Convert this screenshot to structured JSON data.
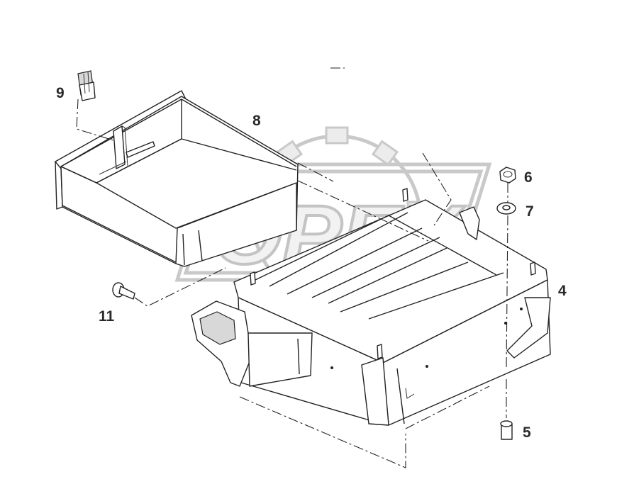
{
  "watermark": {
    "text": "OPEX"
  },
  "callouts": [
    {
      "id": "9",
      "label": "9"
    },
    {
      "id": "8",
      "label": "8"
    },
    {
      "id": "6",
      "label": "6"
    },
    {
      "id": "7",
      "label": "7"
    },
    {
      "id": "4",
      "label": "4"
    },
    {
      "id": "11",
      "label": "11"
    },
    {
      "id": "5",
      "label": "5"
    }
  ]
}
